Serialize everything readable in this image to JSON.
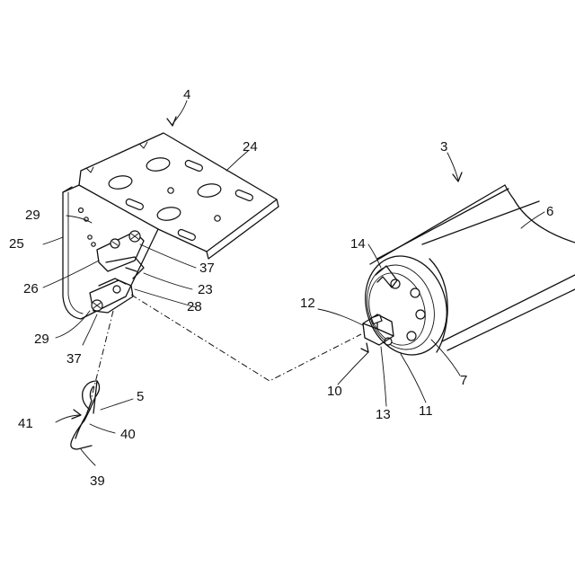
{
  "labels": {
    "r4": "4",
    "r24": "24",
    "r3": "3",
    "r6": "6",
    "r29a": "29",
    "r25": "25",
    "r26": "26",
    "r37a": "37",
    "r23": "23",
    "r28": "28",
    "r29b": "29",
    "r37b": "37",
    "r14": "14",
    "r12": "12",
    "r10": "10",
    "r13": "13",
    "r11": "11",
    "r7": "7",
    "r5": "5",
    "r41": "41",
    "r40": "40",
    "r39": "39"
  }
}
